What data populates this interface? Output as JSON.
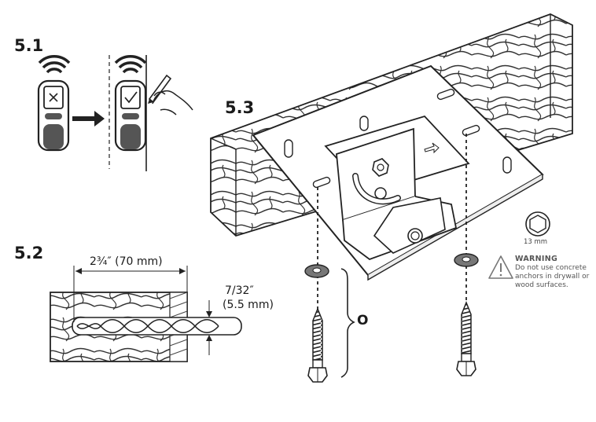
{
  "steps": {
    "step_1": "5.1",
    "step_2": "5.2",
    "step_3": "5.3"
  },
  "drill": {
    "depth_label": "2¾″ (70 mm)",
    "diameter_label_1": "7/32″",
    "diameter_label_2": "(5.5 mm)"
  },
  "hardware": {
    "wrench_size": "13 mm",
    "bracket_label": "O"
  },
  "warning": {
    "title": "WARNING",
    "body": "Do not use concrete anchors in drywall or wood surfaces."
  },
  "icons": {
    "stud_finder_before": "stud-finder-x-icon",
    "stud_finder_after": "stud-finder-check-icon",
    "pencil_hand": "pencil-hand-icon",
    "hex_socket": "hex-socket-icon",
    "warning_triangle": "warning-triangle-icon"
  }
}
